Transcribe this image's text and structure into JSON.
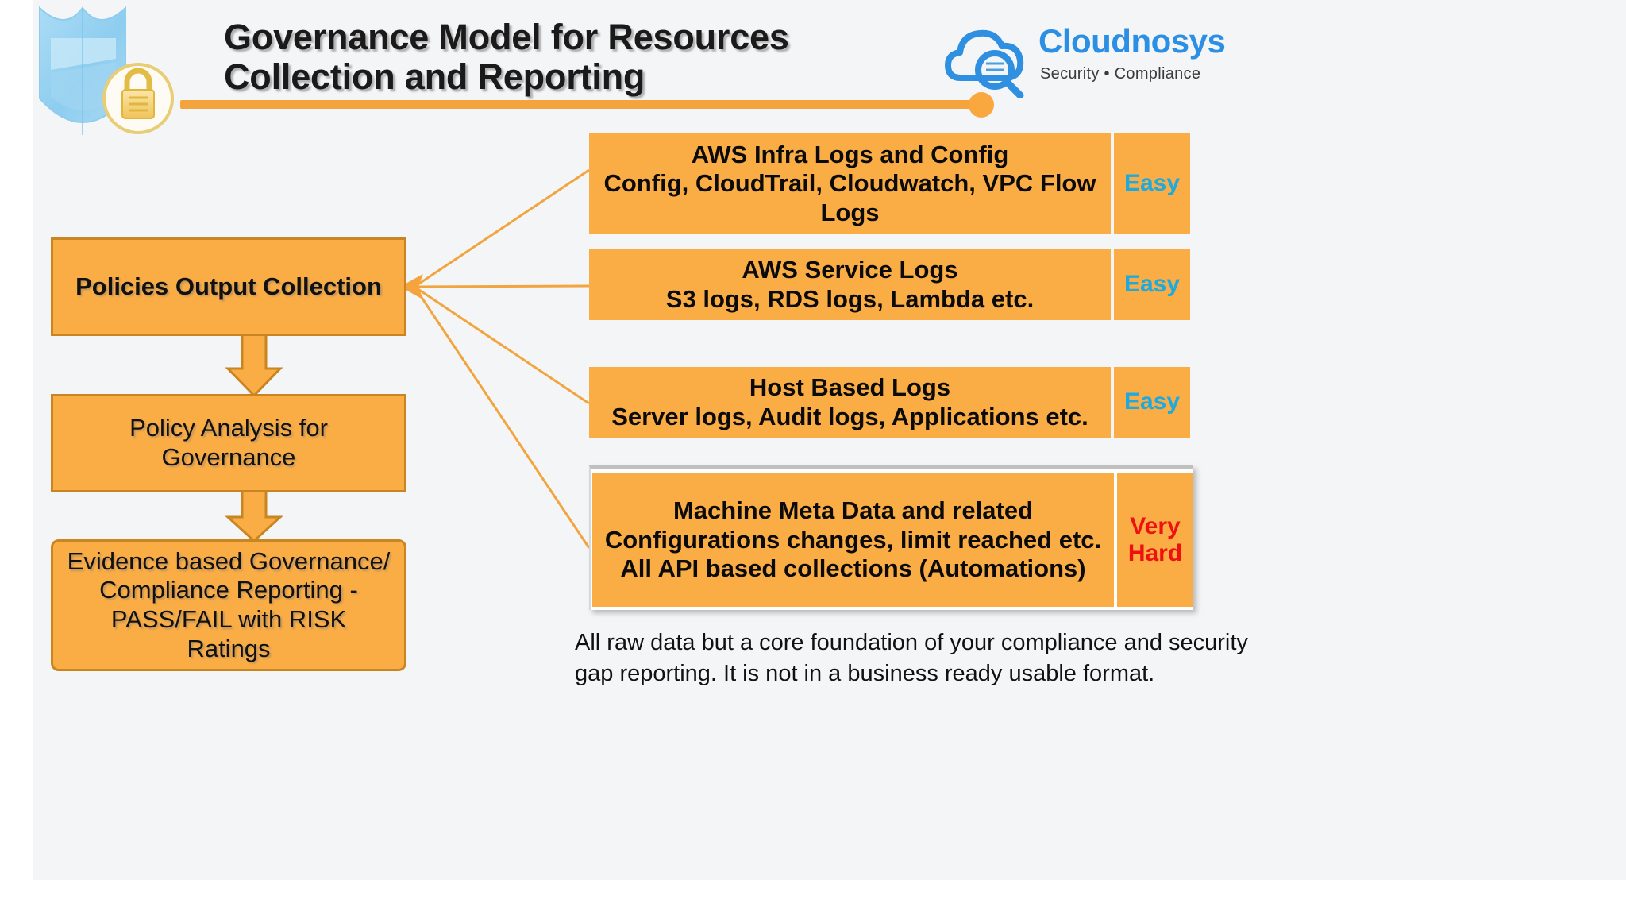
{
  "slide": {
    "title": "Governance Model for Resources\nCollection and Reporting",
    "footnote": "All raw data but a core foundation of your compliance and security\ngap reporting. It is not in a business ready usable format.",
    "background_color": "#f4f5f7"
  },
  "brand": {
    "name": "Cloudnosys",
    "tagline": "Security • Compliance",
    "logo_color": "#2b8fe3"
  },
  "colors": {
    "box_fill": "#fbad45",
    "box_border": "#c98522",
    "accent": "#f5a33c",
    "easy": "#1faadd",
    "hard": "#ef1111"
  },
  "flow": {
    "steps": [
      {
        "label": "Policies Output Collection"
      },
      {
        "label": "Policy Analysis for\nGovernance"
      },
      {
        "label": "Evidence based Governance/\nCompliance Reporting -\nPASS/FAIL with RISK\nRatings"
      }
    ]
  },
  "sources": [
    {
      "title": "AWS Infra Logs and Config\nConfig, CloudTrail, Cloudwatch, VPC Flow\nLogs",
      "difficulty": "Easy"
    },
    {
      "title": "AWS Service Logs\nS3 logs, RDS logs, Lambda etc.",
      "difficulty": "Easy"
    },
    {
      "title": "Host Based Logs\nServer logs, Audit logs, Applications etc.",
      "difficulty": "Easy"
    },
    {
      "title": "Machine Meta Data and related\nConfigurations changes, limit reached etc.\nAll API based collections (Automations)",
      "difficulty": "Very\nHard"
    }
  ]
}
